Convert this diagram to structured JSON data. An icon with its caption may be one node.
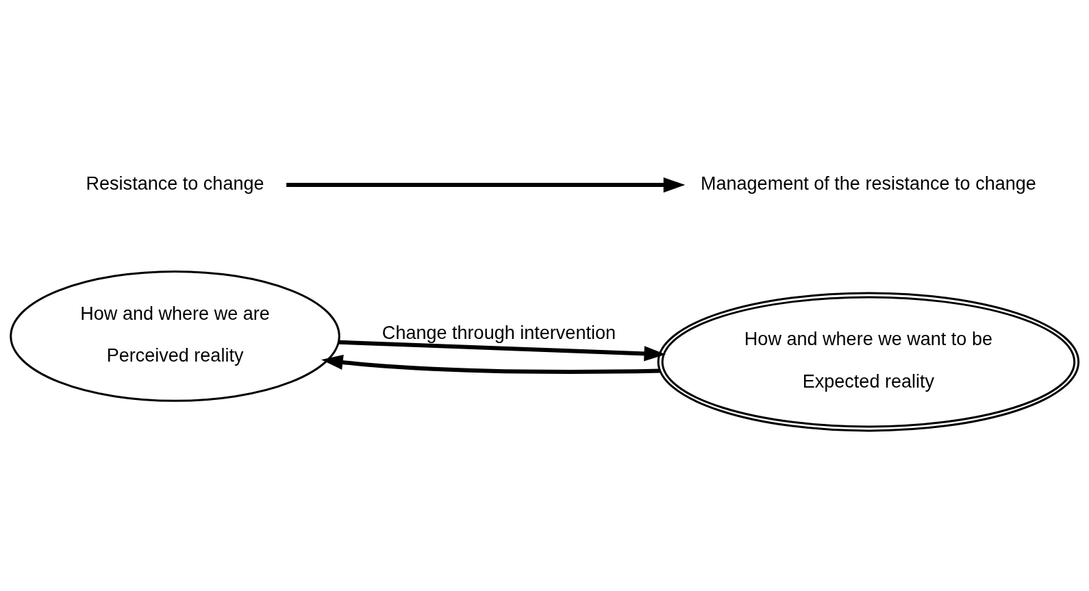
{
  "diagram": {
    "nodes": [
      {
        "text": [
          "How and where we are",
          "Perceived reality"
        ]
      },
      {
        "text": [
          "How and where we want to be",
          "Expected reality"
        ]
      },
      {
        "text": [
          "Resistance to change"
        ]
      },
      {
        "text": [
          "Management of the resistance to change"
        ]
      }
    ],
    "edges": [
      {
        "from": 0,
        "to": 1,
        "arrow": "to",
        "label": "Change through intervention"
      },
      {
        "from": 1,
        "to": 0,
        "arrow": "to"
      },
      {
        "from": 2,
        "to": 3,
        "arrow": "to"
      }
    ]
  }
}
